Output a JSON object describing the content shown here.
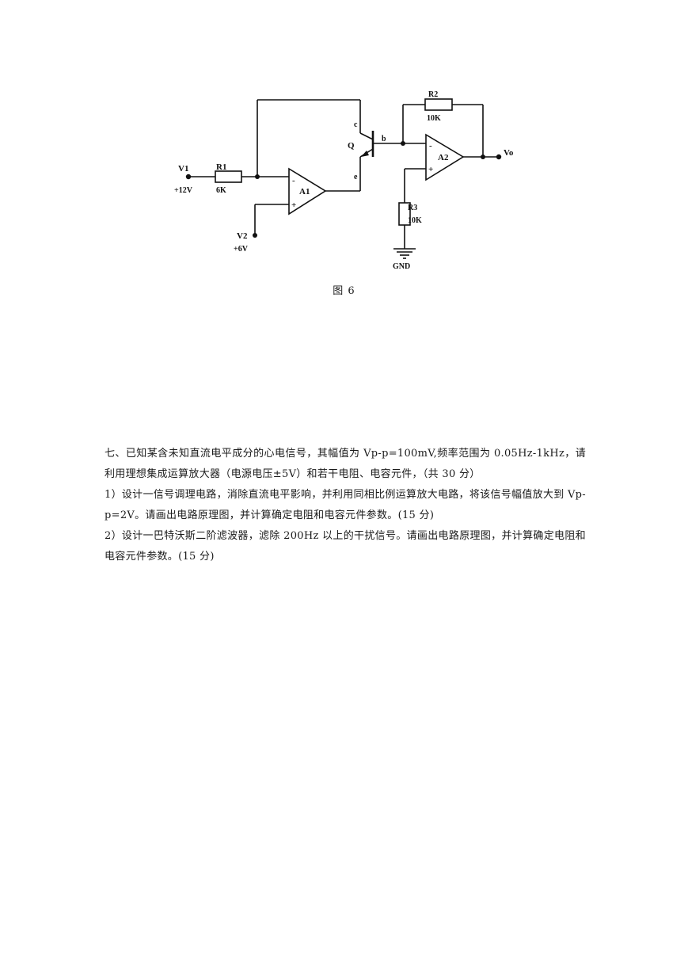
{
  "figure": {
    "labels": {
      "v1": "V1",
      "v1_value": "+12V",
      "r1": "R1",
      "r1_value": "6K",
      "v2": "V2",
      "v2_value": "+6V",
      "a1": "A1",
      "a2": "A2",
      "q": "Q",
      "pin_c": "c",
      "pin_e": "e",
      "pin_b": "b",
      "r2": "R2",
      "r2_value": "10K",
      "r3": "R3",
      "r3_value": "10K",
      "vo": "Vo",
      "gnd": "GND",
      "minus": "-",
      "plus": "+"
    },
    "caption": "图 6"
  },
  "question": {
    "intro": "七、已知某含未知直流电平成分的心电信号，其幅值为 Vp-p=100mV,频率范围为 0.05Hz-1kHz，请利用理想集成运算放大器（电源电压±5V）和若干电阻、电容元件，（共 30 分）",
    "part1": "1）设计一信号调理电路，消除直流电平影响，并利用同相比例运算放大电路，将该信号幅值放大到 Vp-p=2V。请画出电路原理图，并计算确定电阻和电容元件参数。(15 分)",
    "part2": "2）设计一巴特沃斯二阶滤波器，滤除 200Hz 以上的干扰信号。请画出电路原理图，并计算确定电阻和电容元件参数。(15 分)"
  }
}
